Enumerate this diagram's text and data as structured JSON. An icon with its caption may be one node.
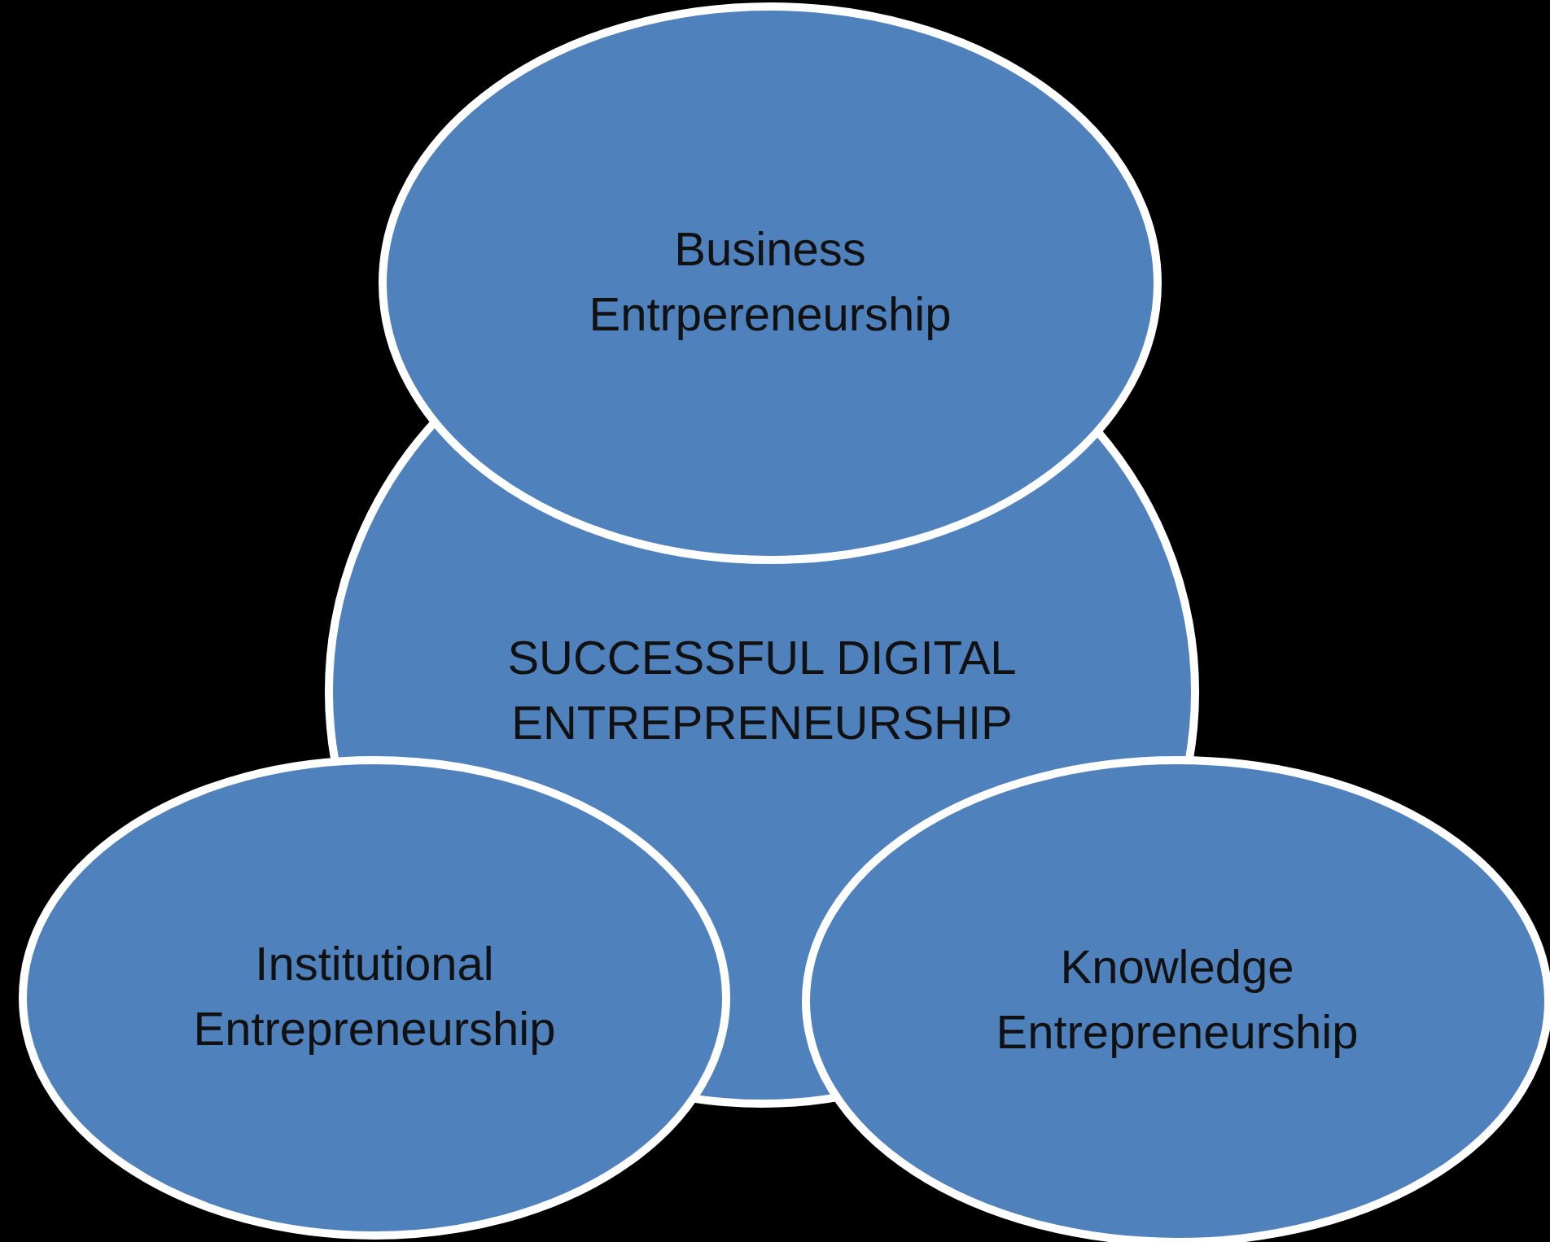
{
  "diagram": {
    "nodes": [
      {
        "text": [
          "Business Entrpereneurship"
        ]
      },
      {
        "text": [
          "SUCCESSFUL DIGITAL ENTREPRENEURSHIP"
        ]
      },
      {
        "text": [
          "Institutional Entrepreneurship"
        ]
      },
      {
        "text": [
          "Knowledge Entrepreneurship"
        ]
      }
    ],
    "edges": []
  }
}
